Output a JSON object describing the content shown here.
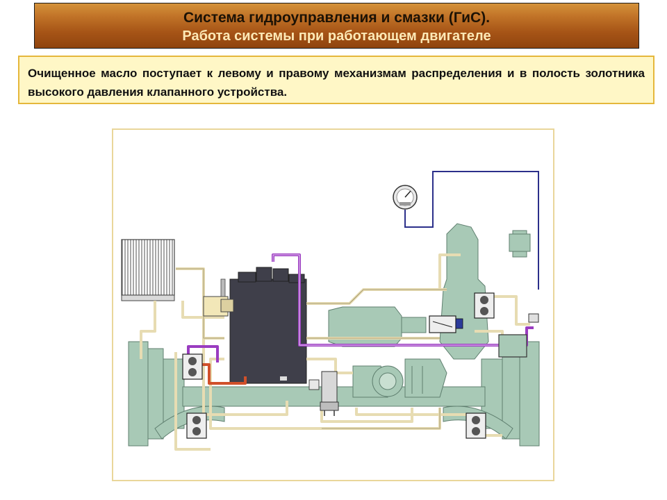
{
  "header": {
    "title": "Система гидроуправления и смазки (ГиС).",
    "subtitle": "Работа системы при работающем двигателе"
  },
  "description": {
    "text": "Очищенное масло поступает к левому и правому механизмам распределения и в полость золотника высокого давления клапанного устройства."
  },
  "colors": {
    "banner_top": "#d4923a",
    "banner_bottom": "#8f440e",
    "subtitle_text": "#fde9b6",
    "desc_background": "#fff7c6",
    "desc_border": "#e5b73b",
    "machinery": "#a8c9b6",
    "engine_block": "#3f3f4a",
    "oil_line_purple": "#9a3cc0",
    "oil_line_red": "#d0502a",
    "pipe_tan": "#e7dcb2",
    "gauge_line": "#2b2f8a"
  }
}
